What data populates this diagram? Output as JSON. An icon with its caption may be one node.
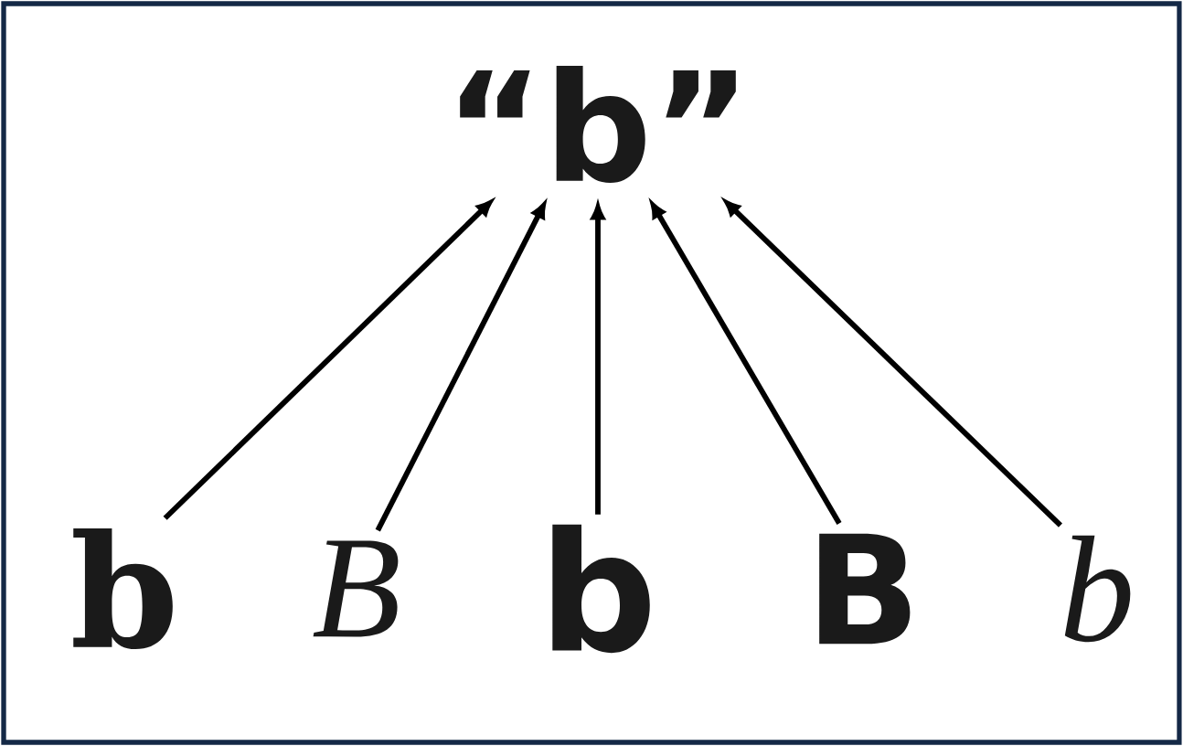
{
  "diagram": {
    "nodes": [
      {
        "text": [
          "“b”"
        ]
      },
      {
        "text": [
          "b"
        ]
      },
      {
        "text": [
          "B"
        ]
      },
      {
        "text": [
          "b"
        ]
      },
      {
        "text": [
          "B"
        ]
      },
      {
        "text": [
          "b"
        ]
      }
    ],
    "edges": [
      {
        "from": 1,
        "to": 0,
        "arrow": "to"
      },
      {
        "from": 2,
        "to": 0,
        "arrow": "to"
      },
      {
        "from": 3,
        "to": 0,
        "arrow": "to"
      },
      {
        "from": 4,
        "to": 0,
        "arrow": "to"
      },
      {
        "from": 5,
        "to": 0,
        "arrow": "to"
      }
    ]
  }
}
